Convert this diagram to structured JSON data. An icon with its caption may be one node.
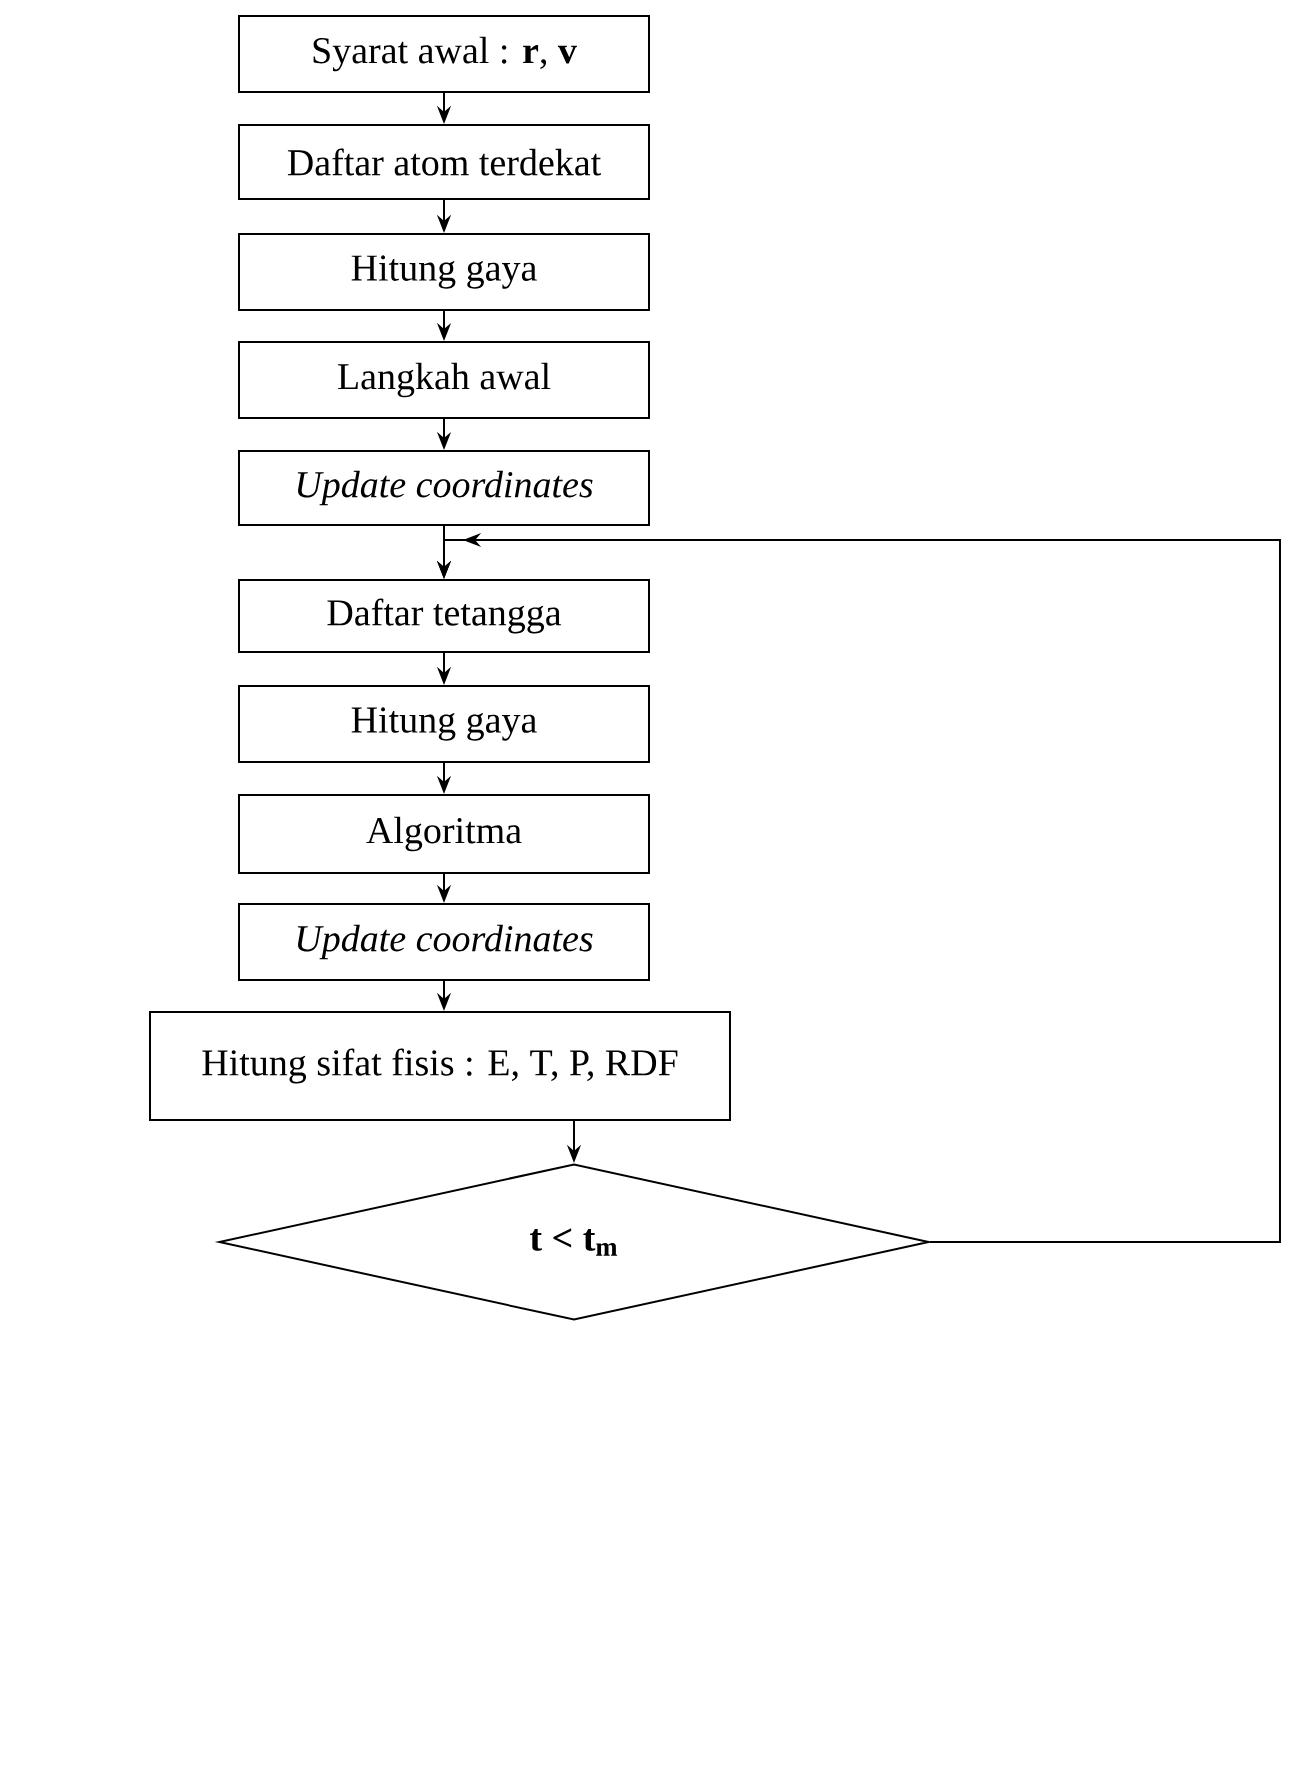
{
  "diagram": {
    "nodes": [
      {
        "text": [
          "Syarat awal : **r**, **v**"
        ]
      },
      {
        "text": [
          "Daftar atom terdekat"
        ]
      },
      {
        "text": [
          "Hitung gaya"
        ]
      },
      {
        "text": [
          "Langkah awal"
        ]
      },
      {
        "text": [
          "Update coordinates"
        ]
      },
      {
        "text": [
          "Daftar tetangga"
        ]
      },
      {
        "text": [
          "Hitung gaya"
        ]
      },
      {
        "text": [
          "Algoritma"
        ]
      },
      {
        "text": [
          "Update coordinates"
        ]
      },
      {
        "text": [
          "Hitung sifat fisis : E, T, P, RDF"
        ]
      },
      {
        "text": [
          "t < t$_{m}$"
        ]
      }
    ],
    "edges": [
      {
        "from": 0,
        "to": 1,
        "arrow": "to"
      },
      {
        "from": 1,
        "to": 2,
        "arrow": "to"
      },
      {
        "from": 2,
        "to": 3,
        "arrow": "to"
      },
      {
        "from": 3,
        "to": 4,
        "arrow": "to"
      },
      {
        "from": 4,
        "to": 5,
        "arrow": "to"
      },
      {
        "from": 5,
        "to": 6,
        "arrow": "to"
      },
      {
        "from": 6,
        "to": 7,
        "arrow": "to"
      },
      {
        "from": 7,
        "to": 8,
        "arrow": "to"
      },
      {
        "from": 8,
        "to": 9,
        "arrow": "to"
      },
      {
        "from": 9,
        "to": 10,
        "arrow": "to"
      },
      {
        "from": 10,
        "to": 5,
        "arrow": "to"
      }
    ]
  }
}
